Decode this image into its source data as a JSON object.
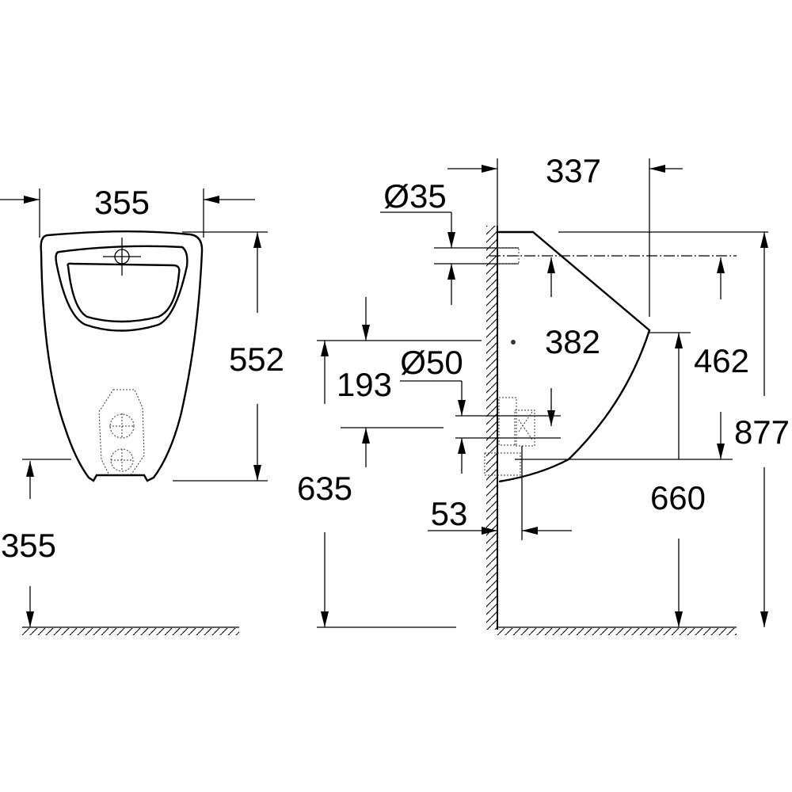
{
  "front_view": {
    "width": "355",
    "height": "552",
    "mount_height": "355"
  },
  "side_view": {
    "depth": "337",
    "inlet_diameter": "Ø35",
    "outlet_diameter": "Ø50",
    "dim_382": "382",
    "dim_462": "462",
    "dim_877": "877",
    "dim_193": "193",
    "dim_635": "635",
    "dim_660": "660",
    "dim_53": "53"
  },
  "colors": {
    "line": "#000000",
    "background": "#ffffff"
  }
}
